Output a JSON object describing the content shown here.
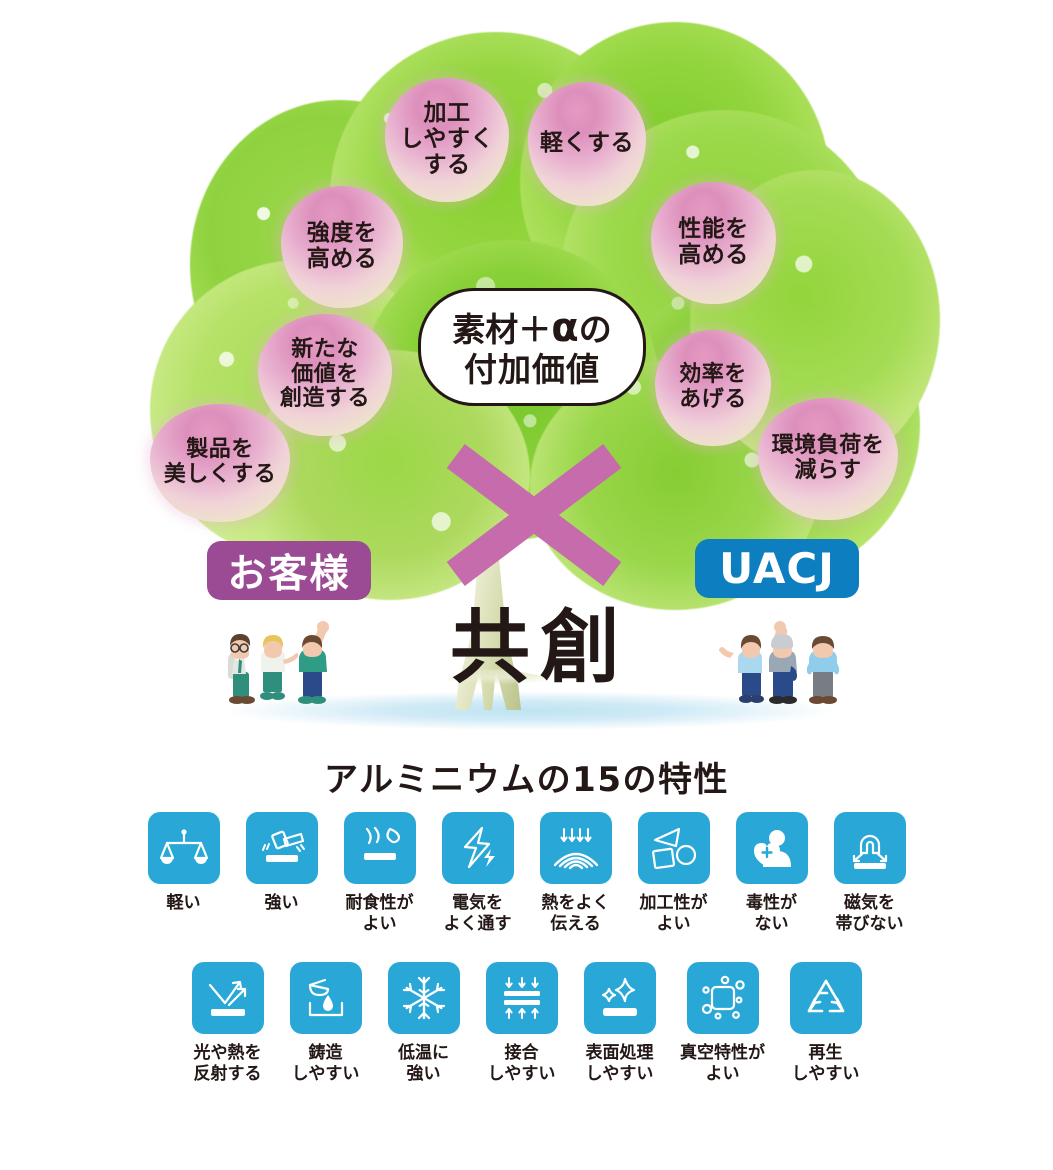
{
  "tree": {
    "center_bubble": {
      "line1_a": "素材＋",
      "line1_alpha": "α",
      "line1_b": "の",
      "line2": "付加価値"
    },
    "cross_symbol": "×",
    "kyoso_label": "共創",
    "badges": {
      "customer": "お客様",
      "company": "UACJ"
    },
    "fruits": [
      {
        "id": "fruit-kakou",
        "text": "加工\nしやすく\nする"
      },
      {
        "id": "fruit-karuku",
        "text": "軽くする"
      },
      {
        "id": "fruit-kyoudo",
        "text": "強度を\n高める"
      },
      {
        "id": "fruit-seinou",
        "text": "性能を\n高める"
      },
      {
        "id": "fruit-aratana",
        "text": "新たな\n価値を\n創造する"
      },
      {
        "id": "fruit-kouritsu",
        "text": "効率を\nあげる"
      },
      {
        "id": "fruit-seihin",
        "text": "製品を\n美しくする"
      },
      {
        "id": "fruit-kankyou",
        "text": "環境負荷を\n減らす"
      }
    ],
    "colors": {
      "badge_customer_bg": "#9a4b94",
      "badge_company_bg": "#0d7ec0",
      "cross_color": "#c66bab",
      "fruit_pink": "#dd8fbb",
      "leaf_green": "#7ac143"
    }
  },
  "properties_section": {
    "title": "アルミニウムの15の特性",
    "tile_color": "#29a8d8",
    "row1": [
      {
        "icon": "balance-scale-icon",
        "caption": "軽い"
      },
      {
        "icon": "hammer-impact-icon",
        "caption": "強い"
      },
      {
        "icon": "water-droplet-repel-icon",
        "caption": "耐食性が\nよい"
      },
      {
        "icon": "lightning-bolt-icon",
        "caption": "電気を\nよく通す"
      },
      {
        "icon": "heat-waves-icon",
        "caption": "熱をよく\n伝える"
      },
      {
        "icon": "shapes-forming-icon",
        "caption": "加工性が\nよい"
      },
      {
        "icon": "person-heart-plus-icon",
        "caption": "毒性が\nない"
      },
      {
        "icon": "magnet-icon",
        "caption": "磁気を\n帯びない"
      }
    ],
    "row2": [
      {
        "icon": "reflect-rays-icon",
        "caption": "光や熱を\n反射する"
      },
      {
        "icon": "casting-pour-icon",
        "caption": "鋳造\nしやすい"
      },
      {
        "icon": "snowflake-icon",
        "caption": "低温に\n強い"
      },
      {
        "icon": "joining-press-icon",
        "caption": "接合\nしやすい"
      },
      {
        "icon": "sparkle-surface-icon",
        "caption": "表面処理\nしやすい"
      },
      {
        "icon": "vacuum-chamber-icon",
        "caption": "真空特性が\nよい"
      },
      {
        "icon": "recycle-icon",
        "caption": "再生\nしやすい"
      }
    ]
  }
}
